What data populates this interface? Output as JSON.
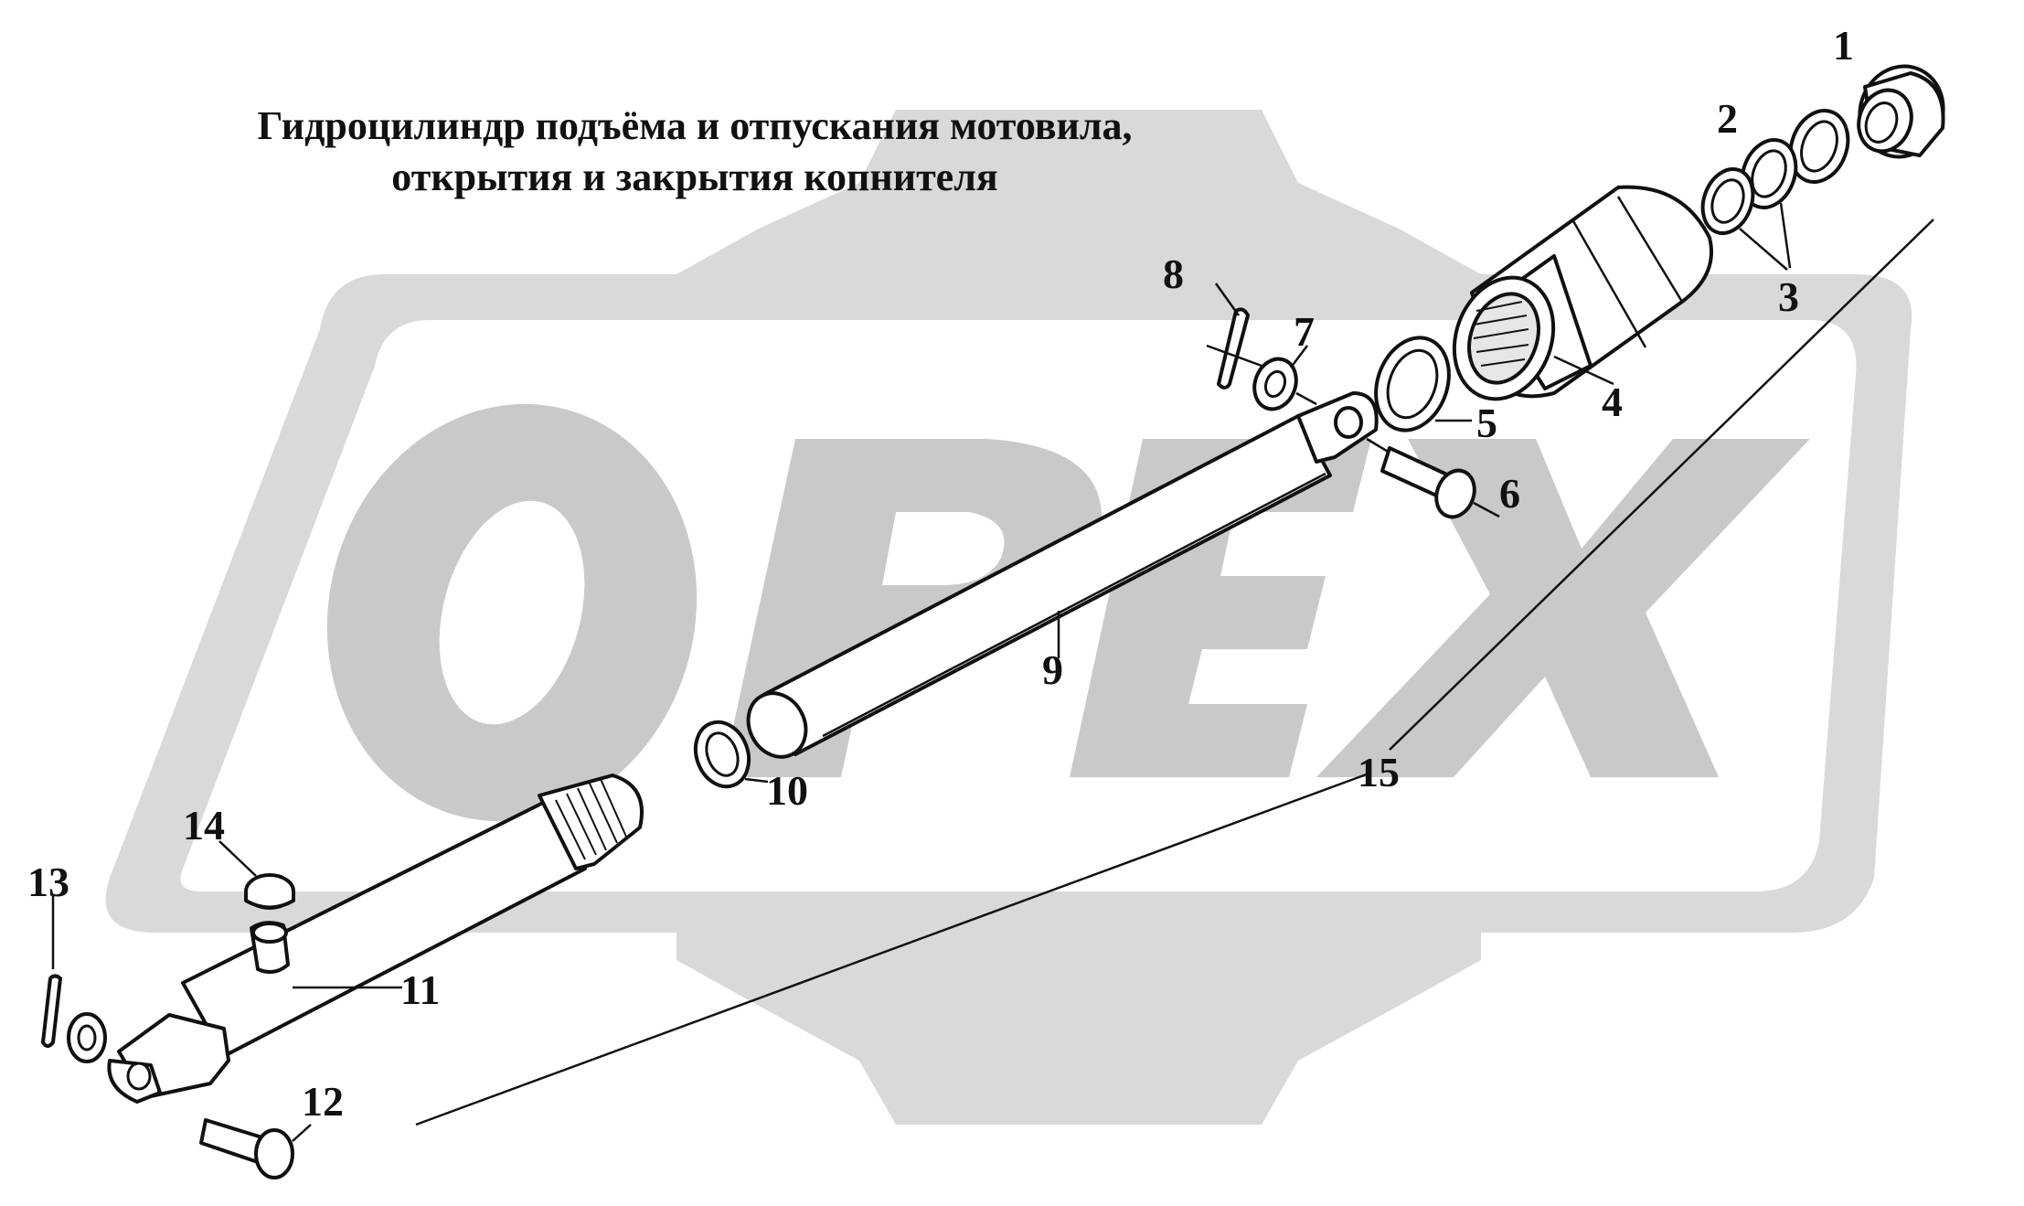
{
  "title": {
    "line1": "Гидроцилиндр подъёма и отпускания мотовила,",
    "line2": "открытия и закрытия копнителя"
  },
  "watermark": {
    "text": "OPEX"
  },
  "callouts": [
    {
      "id": "1",
      "label": "1"
    },
    {
      "id": "2",
      "label": "2"
    },
    {
      "id": "3",
      "label": "3"
    },
    {
      "id": "4",
      "label": "4"
    },
    {
      "id": "5",
      "label": "5"
    },
    {
      "id": "6",
      "label": "6"
    },
    {
      "id": "7",
      "label": "7"
    },
    {
      "id": "8",
      "label": "8"
    },
    {
      "id": "9",
      "label": "9"
    },
    {
      "id": "10",
      "label": "10"
    },
    {
      "id": "11",
      "label": "11"
    },
    {
      "id": "12",
      "label": "12"
    },
    {
      "id": "13",
      "label": "13"
    },
    {
      "id": "14",
      "label": "14"
    },
    {
      "id": "15",
      "label": "15"
    }
  ],
  "colors": {
    "watermark": "#d9d9d9",
    "ink": "#111111",
    "background": "#ffffff"
  }
}
